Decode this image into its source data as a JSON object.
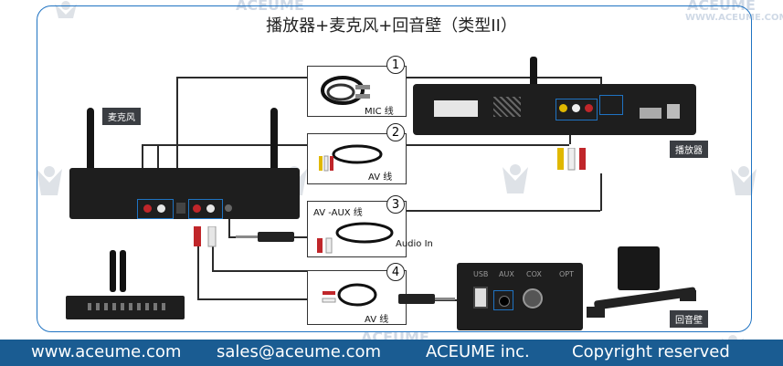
{
  "title": "播放器+麦克风+回音壁（类型II）",
  "labels": {
    "mic": "麦克风",
    "player": "播放器",
    "soundbar": "回音壁",
    "audio_in": "Audio In"
  },
  "cables": [
    {
      "number": "1",
      "caption": "MIC 线"
    },
    {
      "number": "2",
      "caption": "AV 线"
    },
    {
      "number": "3",
      "caption": "AV -AUX 线"
    },
    {
      "number": "4",
      "caption": "AV 线"
    }
  ],
  "soundbar_ports": [
    "USB",
    "AUX",
    "COX",
    "OPT"
  ],
  "footer": {
    "website": "www.aceume.com",
    "email": "sales@aceume.com",
    "company": "ACEUME inc.",
    "rights": "Copyright reserved"
  },
  "watermarks": [
    "ACEUME",
    "ACEUME",
    "ACEUME",
    "WWW.ACEUME.COM"
  ],
  "colors": {
    "frame": "#1f73c2",
    "footer_bg": "#1a5c92",
    "device": "#1e1e1e",
    "label_bg": "#3a3d42"
  }
}
